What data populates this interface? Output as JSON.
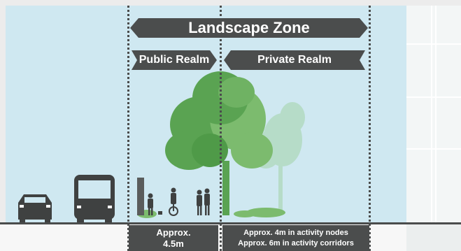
{
  "diagram": {
    "zone_label": "Landscape Zone",
    "public_realm_label": "Public Realm",
    "private_realm_label": "Private Realm",
    "public_width_line1": "Approx.",
    "public_width_line2": "4.5m",
    "private_width_line1": "Approx. 4m in activity nodes",
    "private_width_line2": "Approx. 6m in activity corridors"
  },
  "colors": {
    "sky": "#cfe8f1",
    "ribbon": "#4b4d4d",
    "tree_dark": "#5aa352",
    "tree_light": "#7cbb6e",
    "tree_faded": "#b6dcc8",
    "vehicle": "#3f4141"
  },
  "icons": [
    "car-icon",
    "bus-icon",
    "pedestrian-icon",
    "cyclist-icon",
    "tree-icon",
    "faded-tree-icon"
  ]
}
